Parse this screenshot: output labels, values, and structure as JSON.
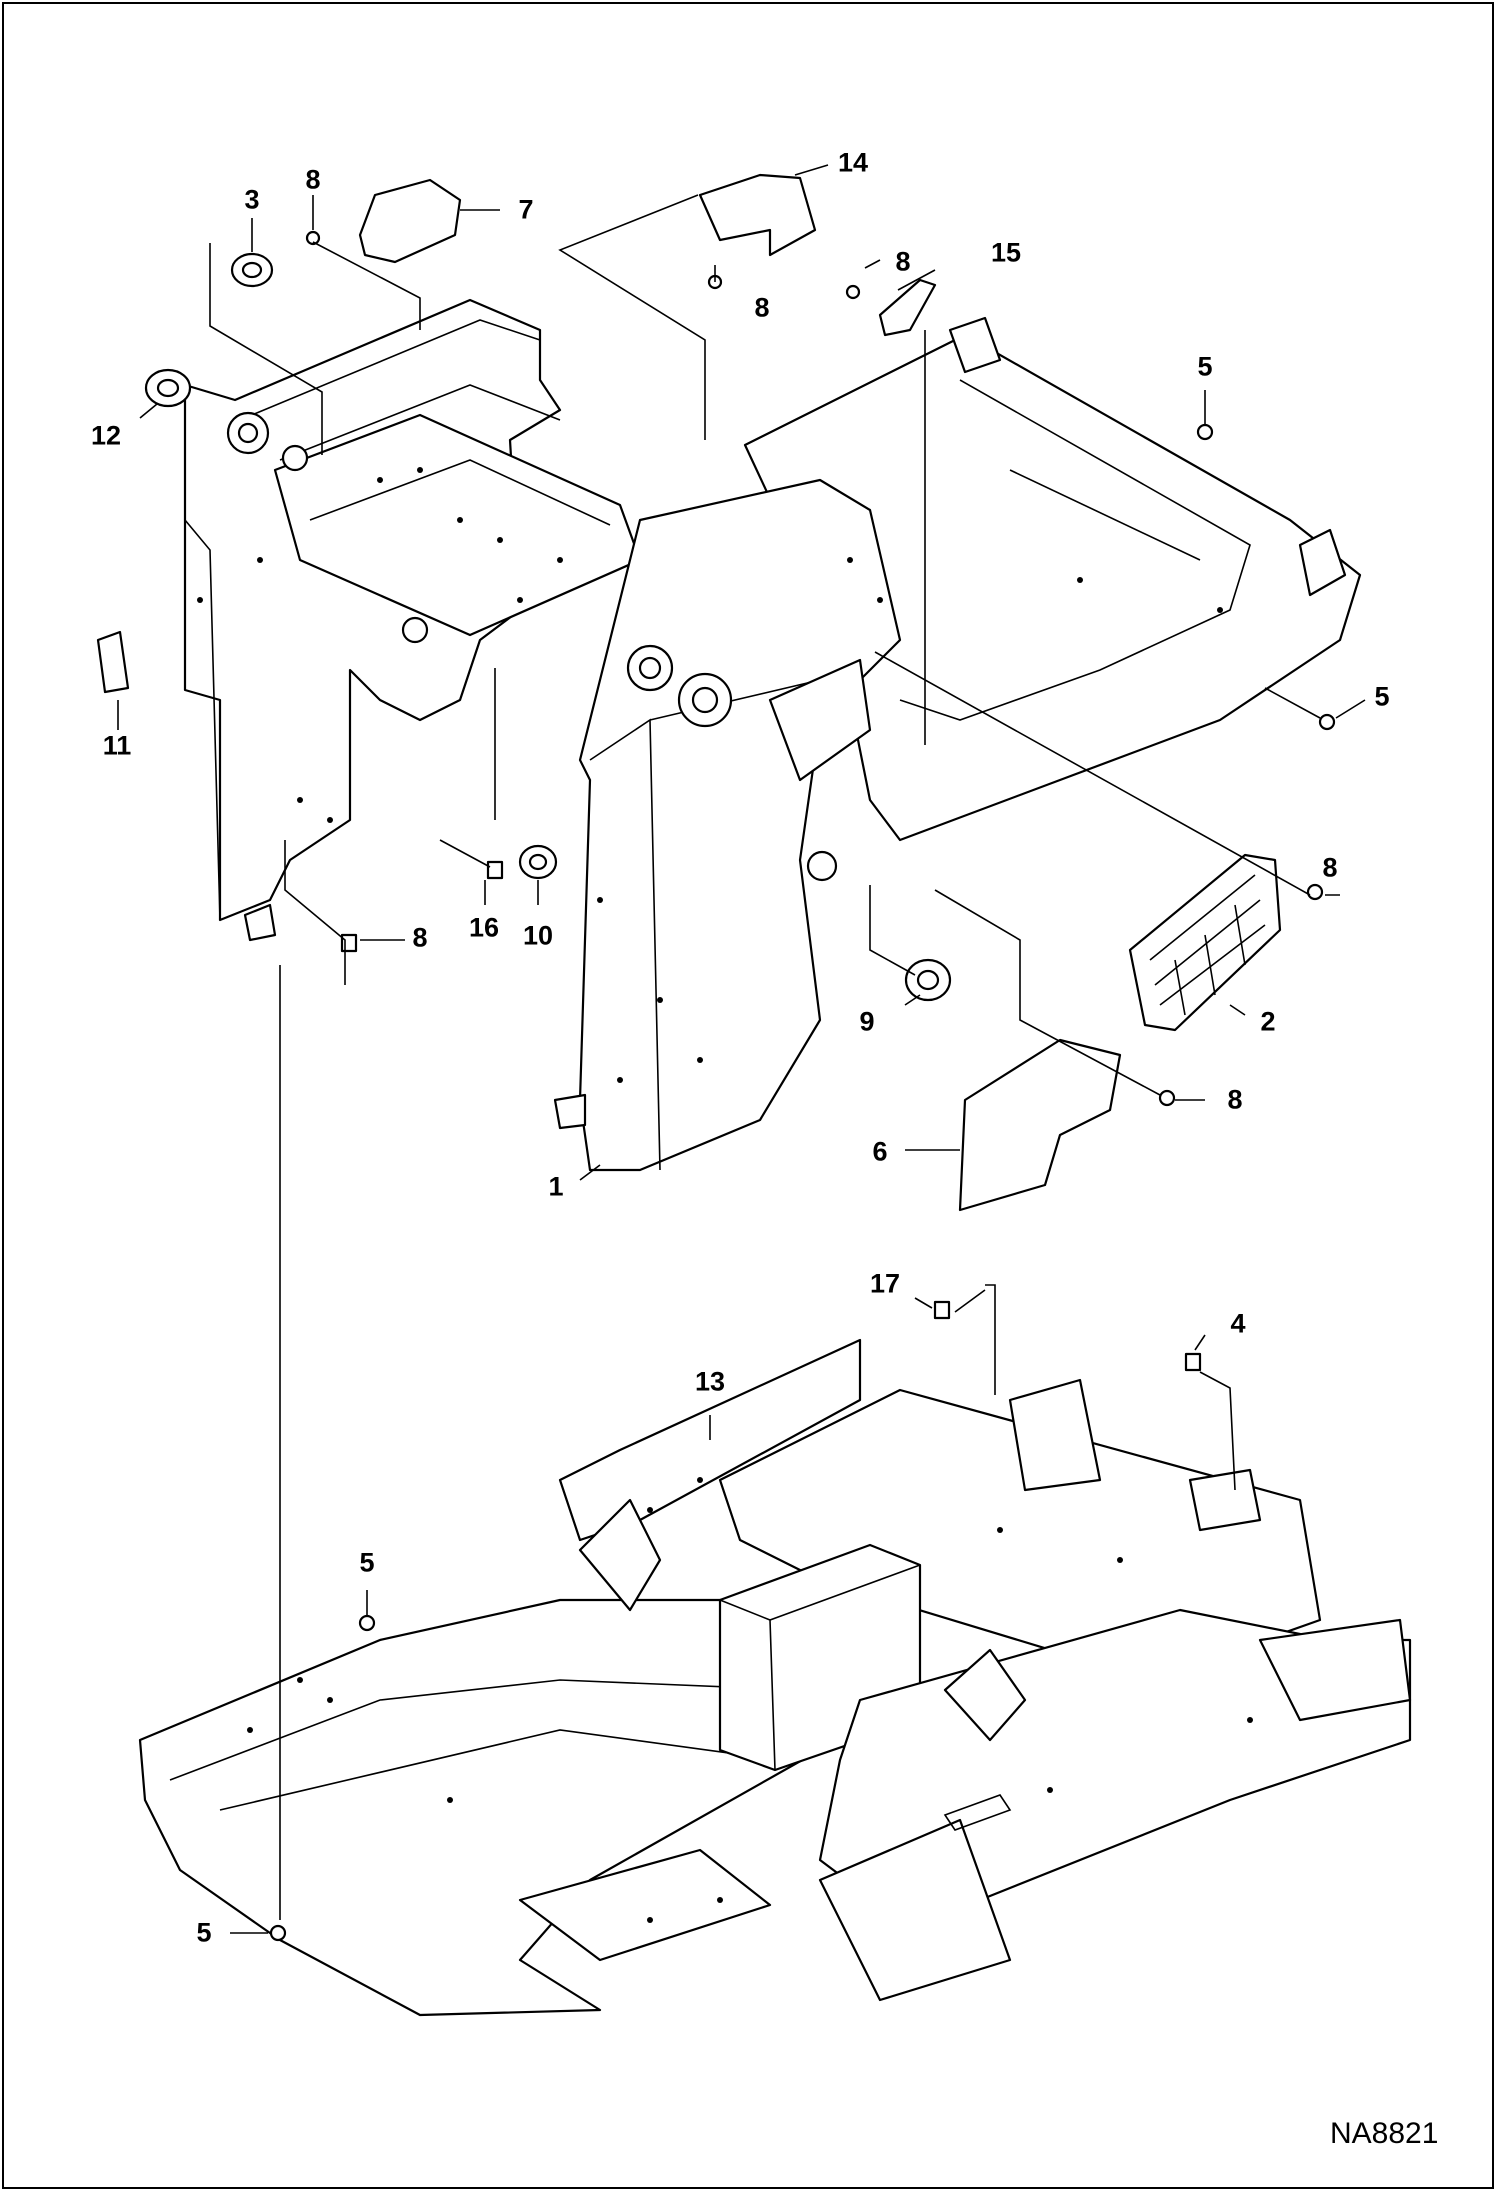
{
  "diagram": {
    "figure_id": "NA8821",
    "callouts": [
      {
        "id": "c3",
        "label": "3"
      },
      {
        "id": "c8a",
        "label": "8"
      },
      {
        "id": "c7",
        "label": "7"
      },
      {
        "id": "c14",
        "label": "14"
      },
      {
        "id": "c8b",
        "label": "8"
      },
      {
        "id": "c15",
        "label": "15"
      },
      {
        "id": "c8c",
        "label": "8"
      },
      {
        "id": "c5a",
        "label": "5"
      },
      {
        "id": "c12",
        "label": "12"
      },
      {
        "id": "c5b",
        "label": "5"
      },
      {
        "id": "c11",
        "label": "11"
      },
      {
        "id": "c8d",
        "label": "8"
      },
      {
        "id": "c16",
        "label": "16"
      },
      {
        "id": "c10",
        "label": "10"
      },
      {
        "id": "c8e",
        "label": "8"
      },
      {
        "id": "c2",
        "label": "2"
      },
      {
        "id": "c9",
        "label": "9"
      },
      {
        "id": "c8f",
        "label": "8"
      },
      {
        "id": "c6",
        "label": "6"
      },
      {
        "id": "c1",
        "label": "1"
      },
      {
        "id": "c17",
        "label": "17"
      },
      {
        "id": "c4",
        "label": "4"
      },
      {
        "id": "c13",
        "label": "13"
      },
      {
        "id": "c5c",
        "label": "5"
      },
      {
        "id": "c5d",
        "label": "5"
      }
    ]
  }
}
